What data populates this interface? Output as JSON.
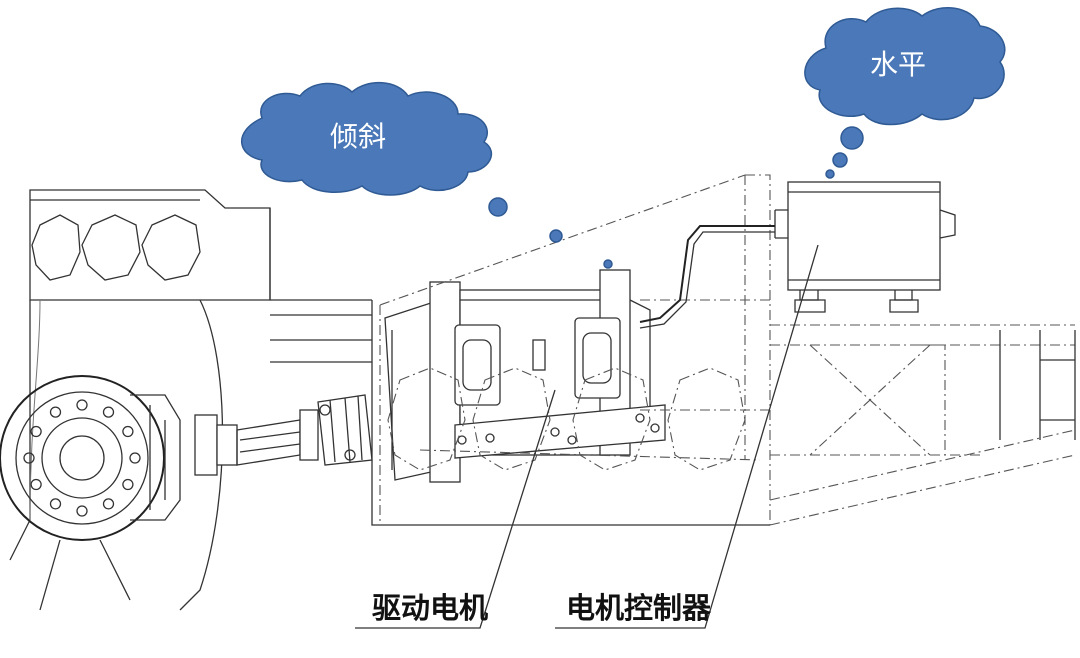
{
  "figure": {
    "cloud_tilted": "倾斜",
    "cloud_level": "水平",
    "callout_motor": "驱动电机",
    "callout_controller": "电机控制器"
  },
  "colors": {
    "cloud_fill": "#4a78b8",
    "cloud_text": "#ffffff",
    "line_art": "#333333",
    "callout_text": "#111111"
  }
}
